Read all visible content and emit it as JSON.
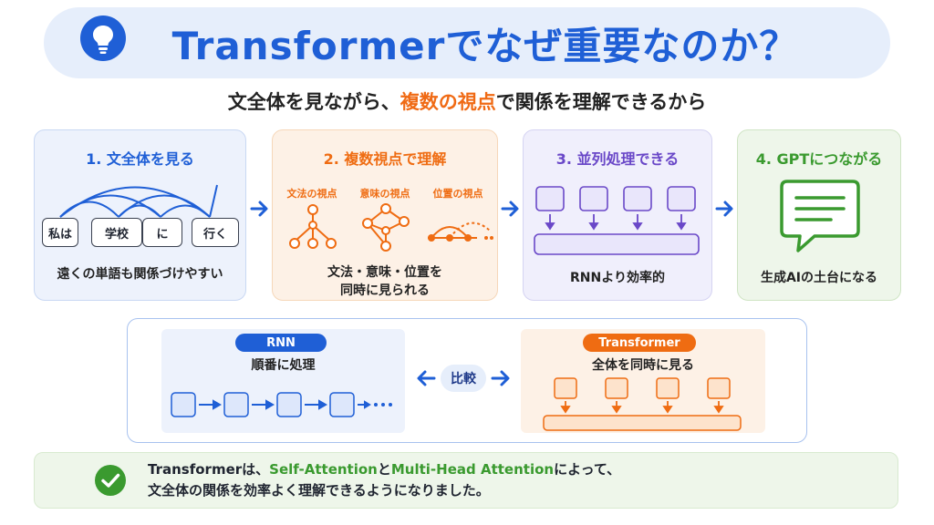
{
  "header": {
    "title": "Transformerでなぜ重要なのか？",
    "icon": "lightbulb-icon",
    "accent": "#1f5fd6"
  },
  "subtitle": {
    "before": "文全体を見ながら、",
    "highlight": "複数の視点",
    "after": "で関係を理解できるから"
  },
  "cards": [
    {
      "title": "1. 文全体を見る",
      "words": [
        "私は",
        "学校",
        "に",
        "行く"
      ],
      "caption": "遠くの単語も関係づけやすい",
      "color": "#1f5fd6"
    },
    {
      "title": "2. 複数視点で理解",
      "views": [
        "文法の視点",
        "意味の視点",
        "位置の視点"
      ],
      "caption_line1": "文法・意味・位置を",
      "caption_line2": "同時に見られる",
      "color": "#ef6c12"
    },
    {
      "title": "3. 並列処理できる",
      "caption": "RNNより効率的",
      "color": "#6a48c8"
    },
    {
      "title": "4. GPTにつながる",
      "caption": "生成AIの土台になる",
      "icon": "chat-bubble-icon",
      "color": "#3a9a2f"
    }
  ],
  "comparison": {
    "center_label": "比較",
    "rnn": {
      "tag": "RNN",
      "caption": "順番に処理"
    },
    "transformer": {
      "tag": "Transformer",
      "caption": "全体を同時に見る"
    }
  },
  "summary": {
    "line1_a": "Transformerは、",
    "line1_g1": "Self-Attention",
    "line1_b": "と",
    "line1_g2": "Multi-Head Attention",
    "line1_c": "によって、",
    "line2": "文全体の関係を効率よく理解できるようになりました。",
    "icon": "check-circle-icon"
  }
}
